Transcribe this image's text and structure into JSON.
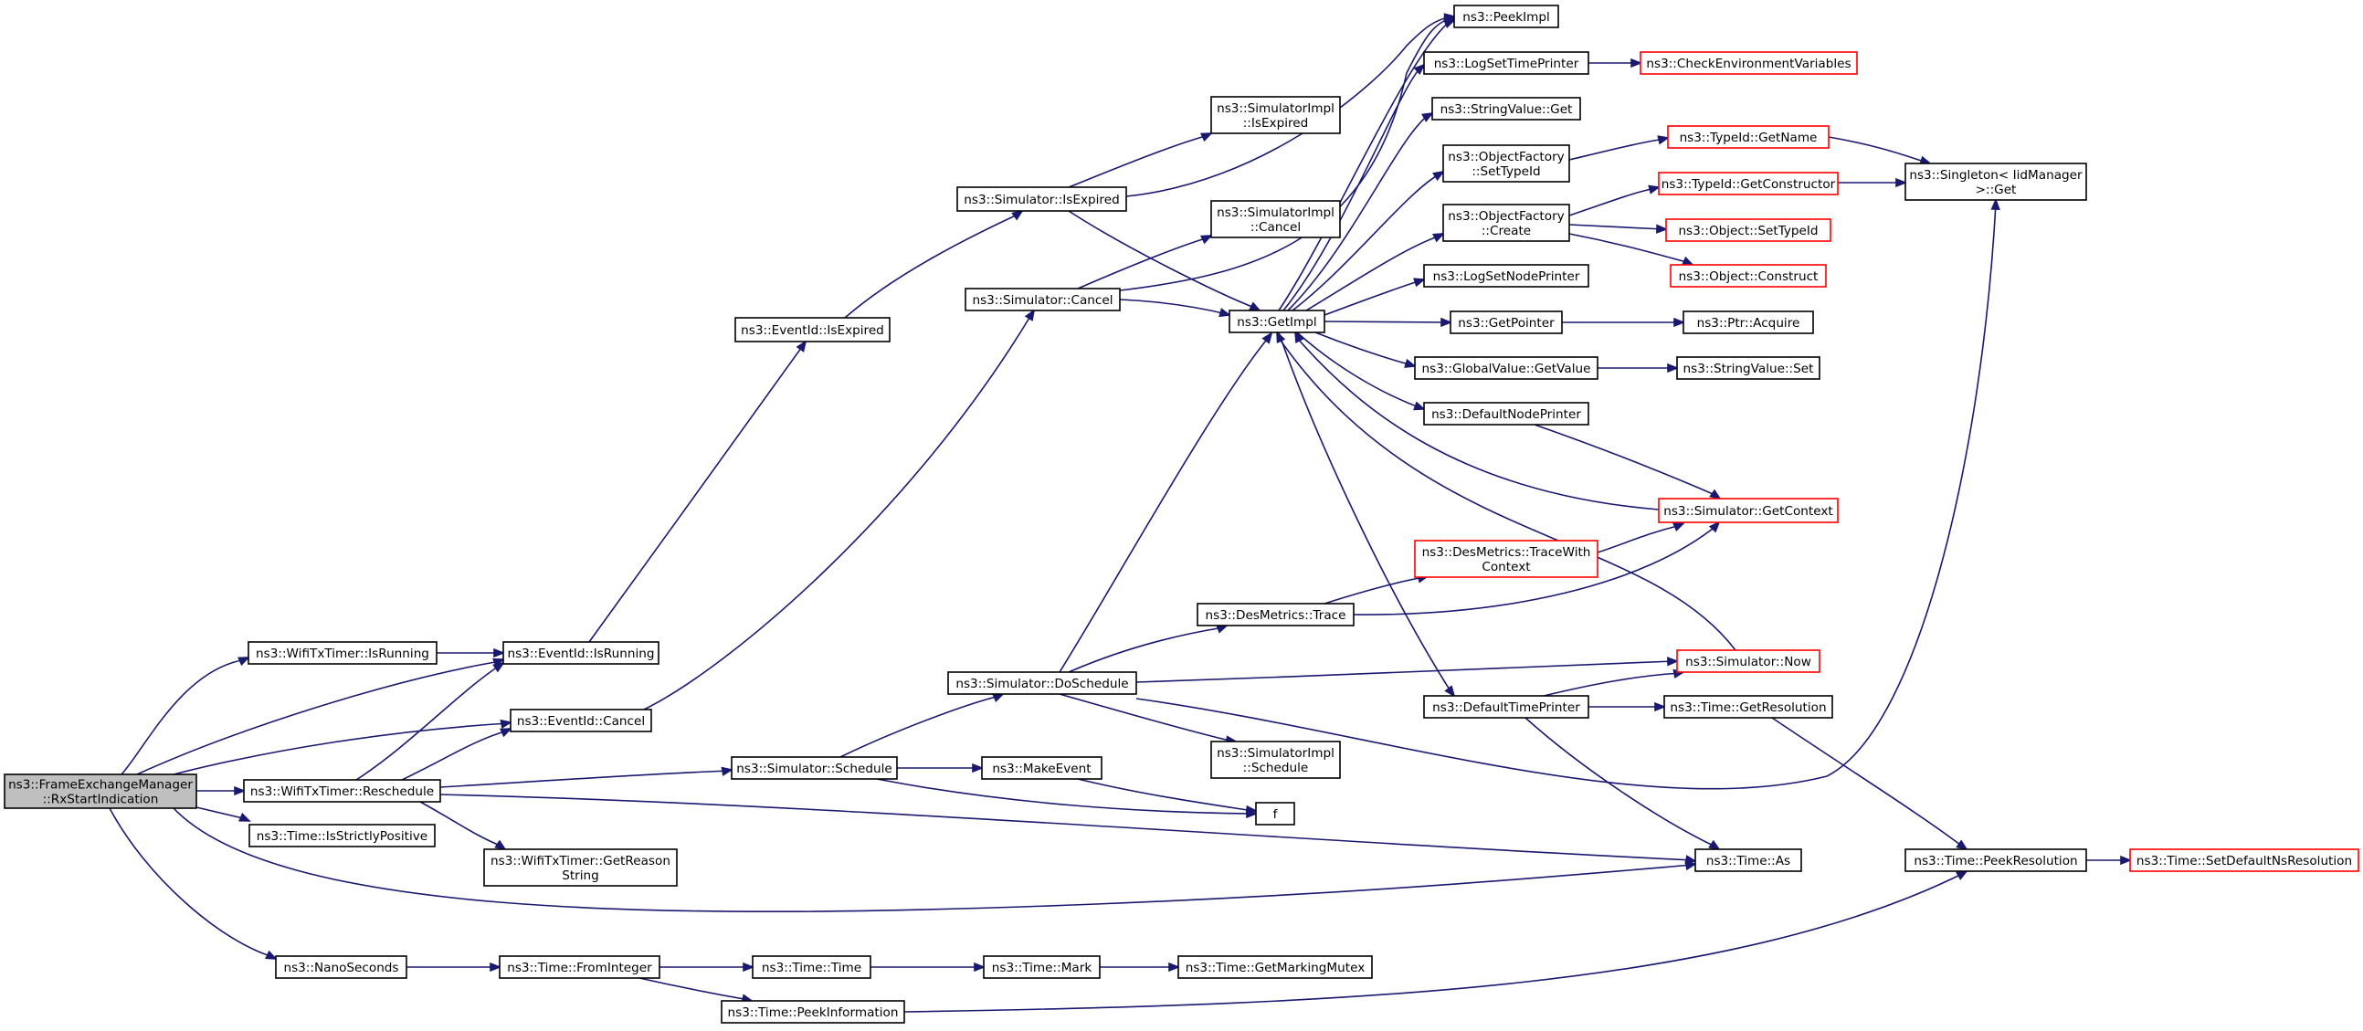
{
  "nodes": {
    "root": {
      "lines": [
        "ns3::FrameExchangeManager",
        "::RxStartIndication"
      ],
      "red": false
    },
    "wifi_isrunning": {
      "lines": [
        "ns3::WifiTxTimer::IsRunning"
      ],
      "red": false
    },
    "wifi_reschedule": {
      "lines": [
        "ns3::WifiTxTimer::Reschedule"
      ],
      "red": false
    },
    "time_isstrictlypositive": {
      "lines": [
        "ns3::Time::IsStrictlyPositive"
      ],
      "red": false
    },
    "nanoseconds": {
      "lines": [
        "ns3::NanoSeconds"
      ],
      "red": false
    },
    "eventid_isrunning": {
      "lines": [
        "ns3::EventId::IsRunning"
      ],
      "red": false
    },
    "eventid_cancel": {
      "lines": [
        "ns3::EventId::Cancel"
      ],
      "red": false
    },
    "wifi_getreason": {
      "lines": [
        "ns3::WifiTxTimer::GetReason",
        "String"
      ],
      "red": false
    },
    "eventid_isexpired": {
      "lines": [
        "ns3::EventId::IsExpired"
      ],
      "red": false
    },
    "sim_schedule": {
      "lines": [
        "ns3::Simulator::Schedule"
      ],
      "red": false
    },
    "time_frominteger": {
      "lines": [
        "ns3::Time::FromInteger"
      ],
      "red": false
    },
    "sim_isexpired": {
      "lines": [
        "ns3::Simulator::IsExpired"
      ],
      "red": false
    },
    "sim_cancel": {
      "lines": [
        "ns3::Simulator::Cancel"
      ],
      "red": false
    },
    "sim_doschedule": {
      "lines": [
        "ns3::Simulator::DoSchedule"
      ],
      "red": false
    },
    "makeevent": {
      "lines": [
        "ns3::MakeEvent"
      ],
      "red": false
    },
    "time_time": {
      "lines": [
        "ns3::Time::Time"
      ],
      "red": false
    },
    "time_peekinformation": {
      "lines": [
        "ns3::Time::PeekInformation"
      ],
      "red": false
    },
    "simimpl_isexpired": {
      "lines": [
        "ns3::SimulatorImpl",
        "::IsExpired"
      ],
      "red": false
    },
    "simimpl_cancel": {
      "lines": [
        "ns3::SimulatorImpl",
        "::Cancel"
      ],
      "red": false
    },
    "desmetrics_trace": {
      "lines": [
        "ns3::DesMetrics::Trace"
      ],
      "red": false
    },
    "simimpl_schedule": {
      "lines": [
        "ns3::SimulatorImpl",
        "::Schedule"
      ],
      "red": false
    },
    "f": {
      "lines": [
        "f"
      ],
      "red": false
    },
    "time_mark": {
      "lines": [
        "ns3::Time::Mark"
      ],
      "red": false
    },
    "getimpl": {
      "lines": [
        "ns3::GetImpl"
      ],
      "red": false
    },
    "peekimpl": {
      "lines": [
        "ns3::PeekImpl"
      ],
      "red": false
    },
    "logsettimeprinter": {
      "lines": [
        "ns3::LogSetTimePrinter"
      ],
      "red": false
    },
    "stringvalue_get": {
      "lines": [
        "ns3::StringValue::Get"
      ],
      "red": false
    },
    "objfactory_settypeid": {
      "lines": [
        "ns3::ObjectFactory",
        "::SetTypeId"
      ],
      "red": false
    },
    "objfactory_create": {
      "lines": [
        "ns3::ObjectFactory",
        "::Create"
      ],
      "red": false
    },
    "logsetnodeprinter": {
      "lines": [
        "ns3::LogSetNodePrinter"
      ],
      "red": false
    },
    "getpointer": {
      "lines": [
        "ns3::GetPointer"
      ],
      "red": false
    },
    "globalvalue_getvalue": {
      "lines": [
        "ns3::GlobalValue::GetValue"
      ],
      "red": false
    },
    "defaultnodeprinter": {
      "lines": [
        "ns3::DefaultNodePrinter"
      ],
      "red": false
    },
    "desmetrics_tracewithcontext": {
      "lines": [
        "ns3::DesMetrics::TraceWith",
        "Context"
      ],
      "red": true
    },
    "defaulttimeprinter": {
      "lines": [
        "ns3::DefaultTimePrinter"
      ],
      "red": false
    },
    "time_getmarkingmutex": {
      "lines": [
        "ns3::Time::GetMarkingMutex"
      ],
      "red": false
    },
    "checkenvvars": {
      "lines": [
        "ns3::CheckEnvironmentVariables"
      ],
      "red": true
    },
    "typeid_getname": {
      "lines": [
        "ns3::TypeId::GetName"
      ],
      "red": true
    },
    "typeid_getconstructor": {
      "lines": [
        "ns3::TypeId::GetConstructor"
      ],
      "red": true
    },
    "object_settypeid": {
      "lines": [
        "ns3::Object::SetTypeId"
      ],
      "red": true
    },
    "object_construct": {
      "lines": [
        "ns3::Object::Construct"
      ],
      "red": true
    },
    "ptr_acquire": {
      "lines": [
        "ns3::Ptr::Acquire"
      ],
      "red": false
    },
    "stringvalue_set": {
      "lines": [
        "ns3::StringValue::Set"
      ],
      "red": false
    },
    "sim_getcontext": {
      "lines": [
        "ns3::Simulator::GetContext"
      ],
      "red": true
    },
    "sim_now": {
      "lines": [
        "ns3::Simulator::Now"
      ],
      "red": true
    },
    "time_getresolution": {
      "lines": [
        "ns3::Time::GetResolution"
      ],
      "red": false
    },
    "time_as": {
      "lines": [
        "ns3::Time::As"
      ],
      "red": false
    },
    "singleton_get": {
      "lines": [
        "ns3::Singleton< IidManager",
        " >::Get"
      ],
      "red": false
    },
    "time_peekresolution": {
      "lines": [
        "ns3::Time::PeekResolution"
      ],
      "red": false
    },
    "time_setdefaultnsresolution": {
      "lines": [
        "ns3::Time::SetDefaultNsResolution"
      ],
      "red": true
    }
  },
  "colors": {
    "edge": "#191970",
    "node_border": "#000000",
    "node_border_incomplete": "#ff0000",
    "root_fill": "#bfbfbf",
    "node_fill": "#ffffff"
  }
}
